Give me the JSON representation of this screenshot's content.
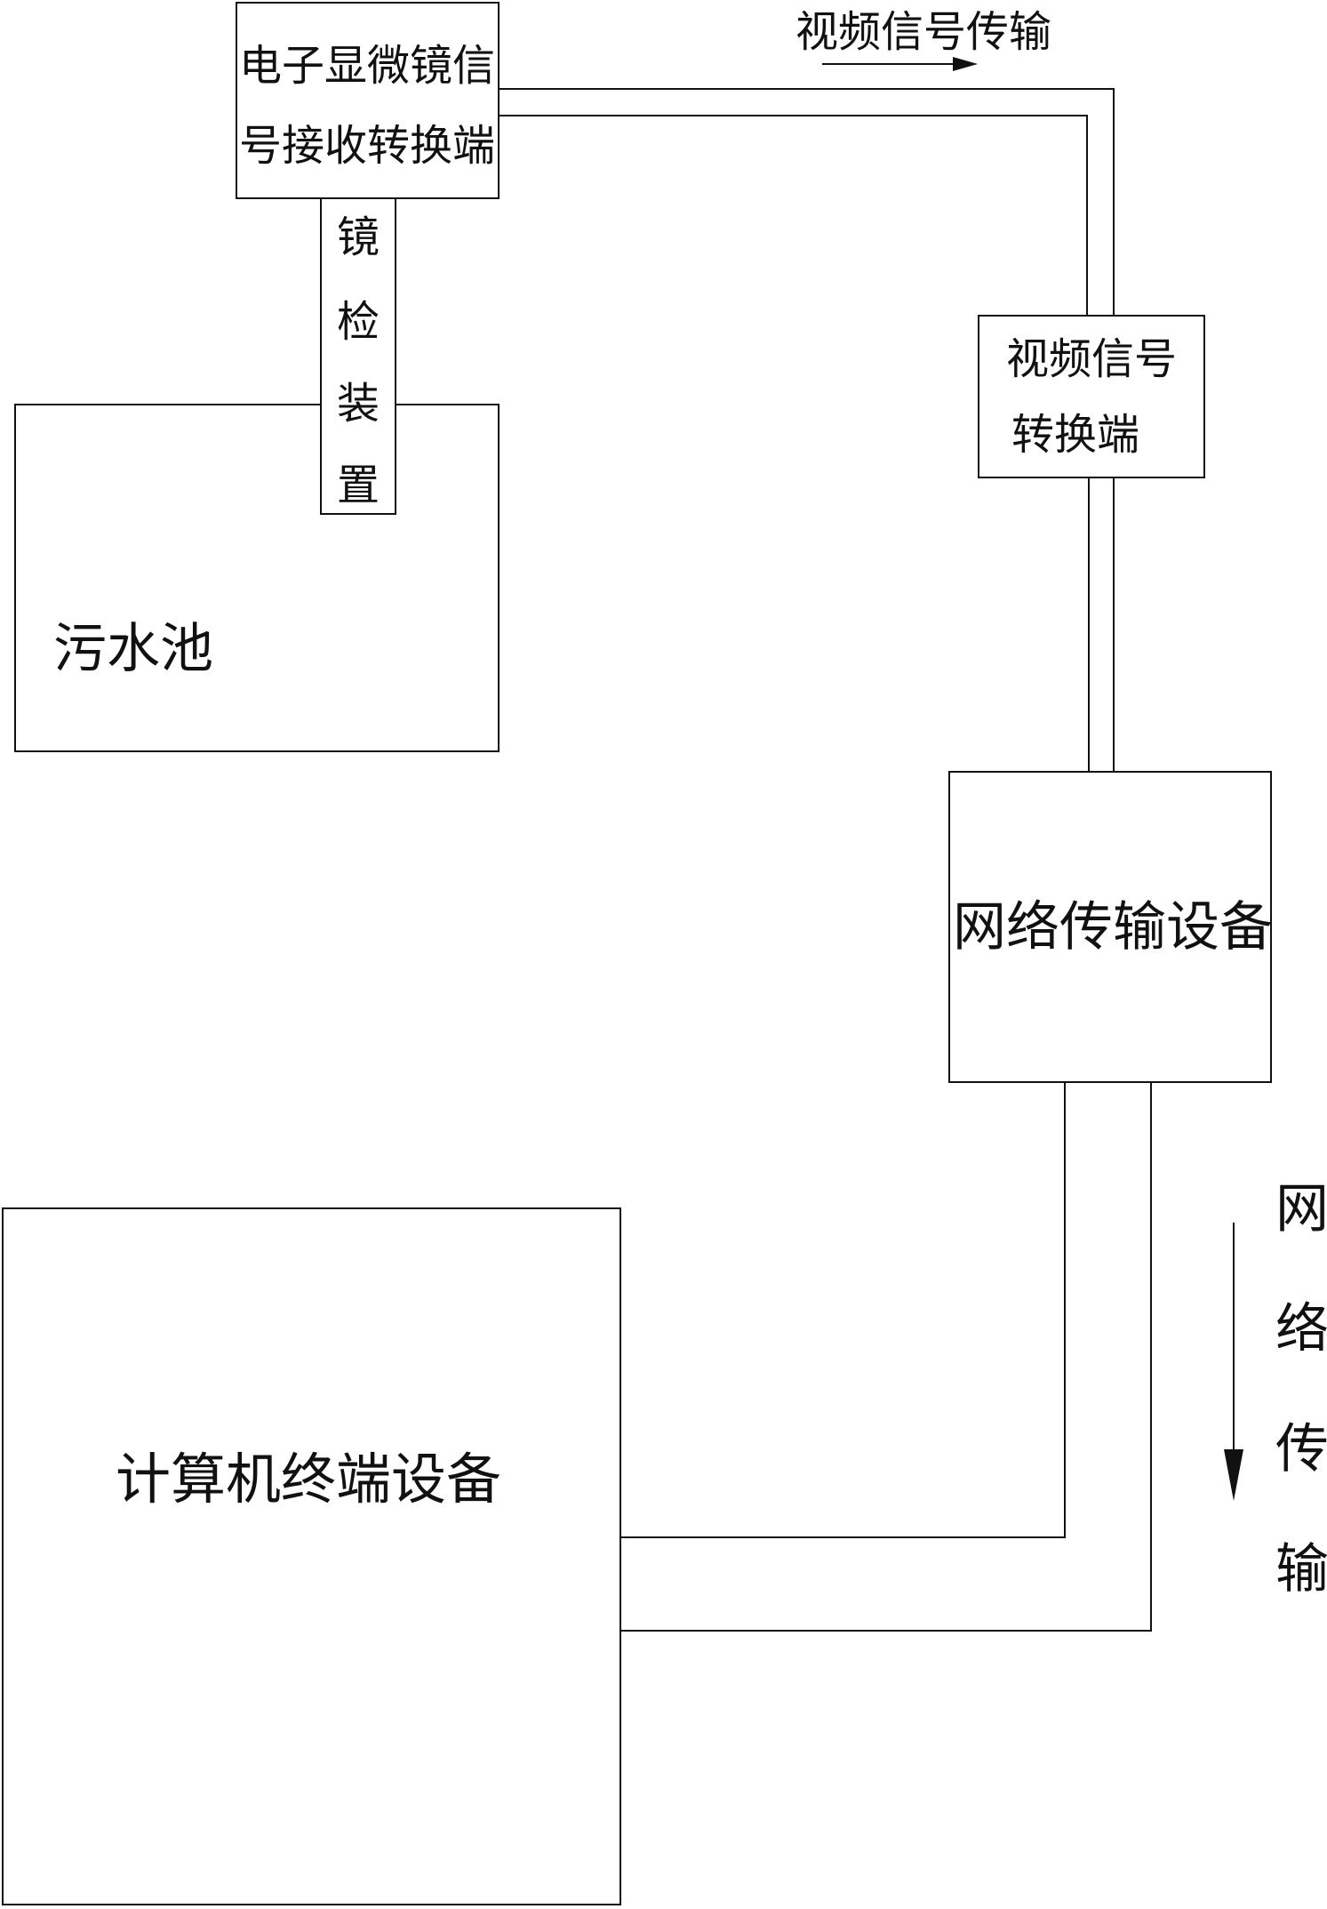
{
  "colors": {
    "line": "#111111",
    "background": "#ffffff"
  },
  "labels": {
    "receiver_line1": "电子显微镜信",
    "receiver_line2": "号接收转换端",
    "probe_chars": [
      "镜",
      "检",
      "装",
      "置"
    ],
    "sewage_tank": "污水池",
    "video_transmission": "视频信号传输",
    "video_converter_line1": "视频信号",
    "video_converter_line2": "转换端",
    "network_device": "网络传输设备",
    "network_transmission_chars": [
      "网",
      "络",
      "传",
      "输"
    ],
    "computer_terminal": "计算机终端设备"
  }
}
